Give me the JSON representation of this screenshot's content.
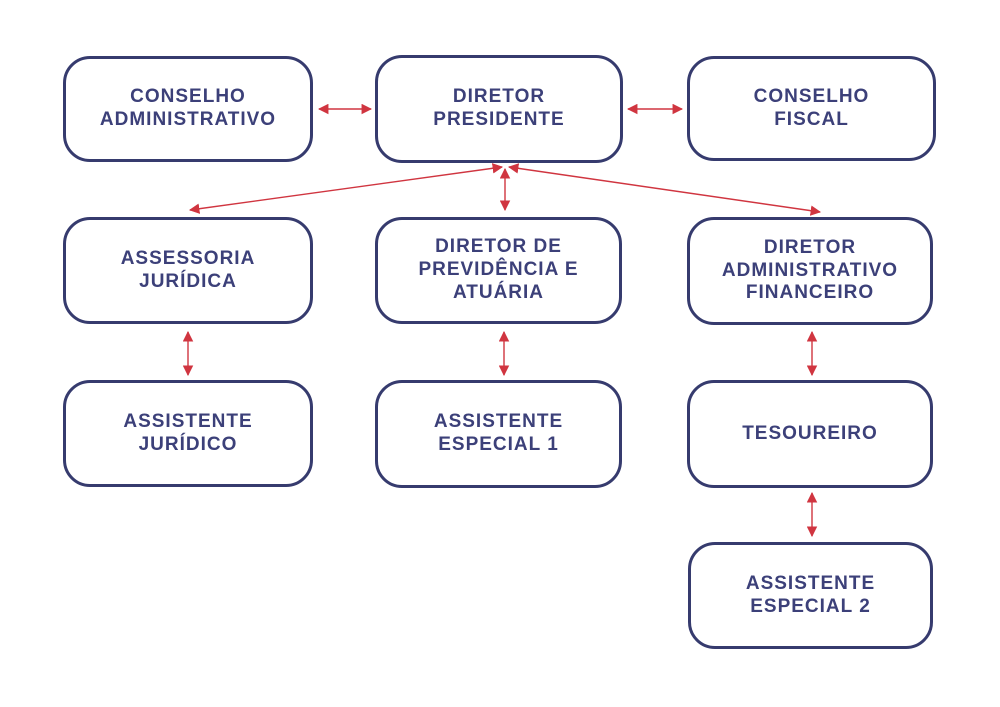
{
  "diagram": {
    "type": "org-chart",
    "colors": {
      "background": "#ffffff",
      "node_border": "#363b6e",
      "node_fill": "#ffffff",
      "node_text": "#3c4079",
      "arrow": "#d03540"
    },
    "nodes": [
      {
        "id": "conselho-administrativo",
        "label": "CONSELHO\nADMINISTRATIVO"
      },
      {
        "id": "diretor-presidente",
        "label": "DIRETOR\nPRESIDENTE"
      },
      {
        "id": "conselho-fiscal",
        "label": "CONSELHO\nFISCAL"
      },
      {
        "id": "assessoria-juridica",
        "label": "ASSESSORIA\nJURÍDICA"
      },
      {
        "id": "diretor-previdencia-atuaria",
        "label": "DIRETOR DE\nPREVIDÊNCIA E\nATUÁRIA"
      },
      {
        "id": "diretor-administrativo-financeiro",
        "label": "DIRETOR\nADMINISTRATIVO\nFINANCEIRO"
      },
      {
        "id": "assistente-juridico",
        "label": "ASSISTENTE\nJURÍDICO"
      },
      {
        "id": "assistente-especial-1",
        "label": "ASSISTENTE\nESPECIAL 1"
      },
      {
        "id": "tesoureiro",
        "label": "TESOUREIRO"
      },
      {
        "id": "assistente-especial-2",
        "label": "ASSISTENTE\nESPECIAL 2"
      }
    ],
    "edges": [
      {
        "from": "conselho-administrativo",
        "to": "diretor-presidente",
        "style": "double-arrow"
      },
      {
        "from": "diretor-presidente",
        "to": "conselho-fiscal",
        "style": "double-arrow"
      },
      {
        "from": "diretor-presidente",
        "to": "assessoria-juridica",
        "style": "double-arrow"
      },
      {
        "from": "diretor-presidente",
        "to": "diretor-previdencia-atuaria",
        "style": "double-arrow"
      },
      {
        "from": "diretor-presidente",
        "to": "diretor-administrativo-financeiro",
        "style": "double-arrow"
      },
      {
        "from": "assessoria-juridica",
        "to": "assistente-juridico",
        "style": "double-arrow"
      },
      {
        "from": "diretor-previdencia-atuaria",
        "to": "assistente-especial-1",
        "style": "double-arrow"
      },
      {
        "from": "diretor-administrativo-financeiro",
        "to": "tesoureiro",
        "style": "double-arrow"
      },
      {
        "from": "tesoureiro",
        "to": "assistente-especial-2",
        "style": "double-arrow"
      }
    ]
  }
}
